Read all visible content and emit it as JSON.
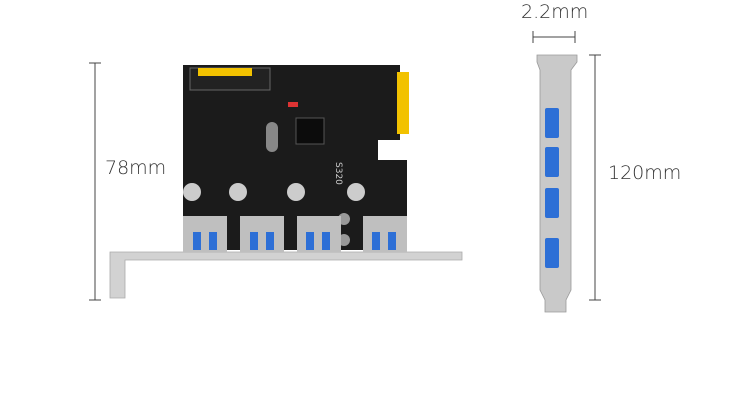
{
  "dimensions": {
    "height_label": "78mm",
    "bracket_thickness_label": "2.2mm",
    "bracket_length_label": "120mm"
  },
  "board": {
    "chip_marking": "S320",
    "port_count": 4
  },
  "colors": {
    "pcb": "#1b1b1b",
    "usb_blue": "#2d6fd6",
    "bracket": "#c9c9c9",
    "gold": "#f2c200",
    "dimension_line": "#444444"
  }
}
